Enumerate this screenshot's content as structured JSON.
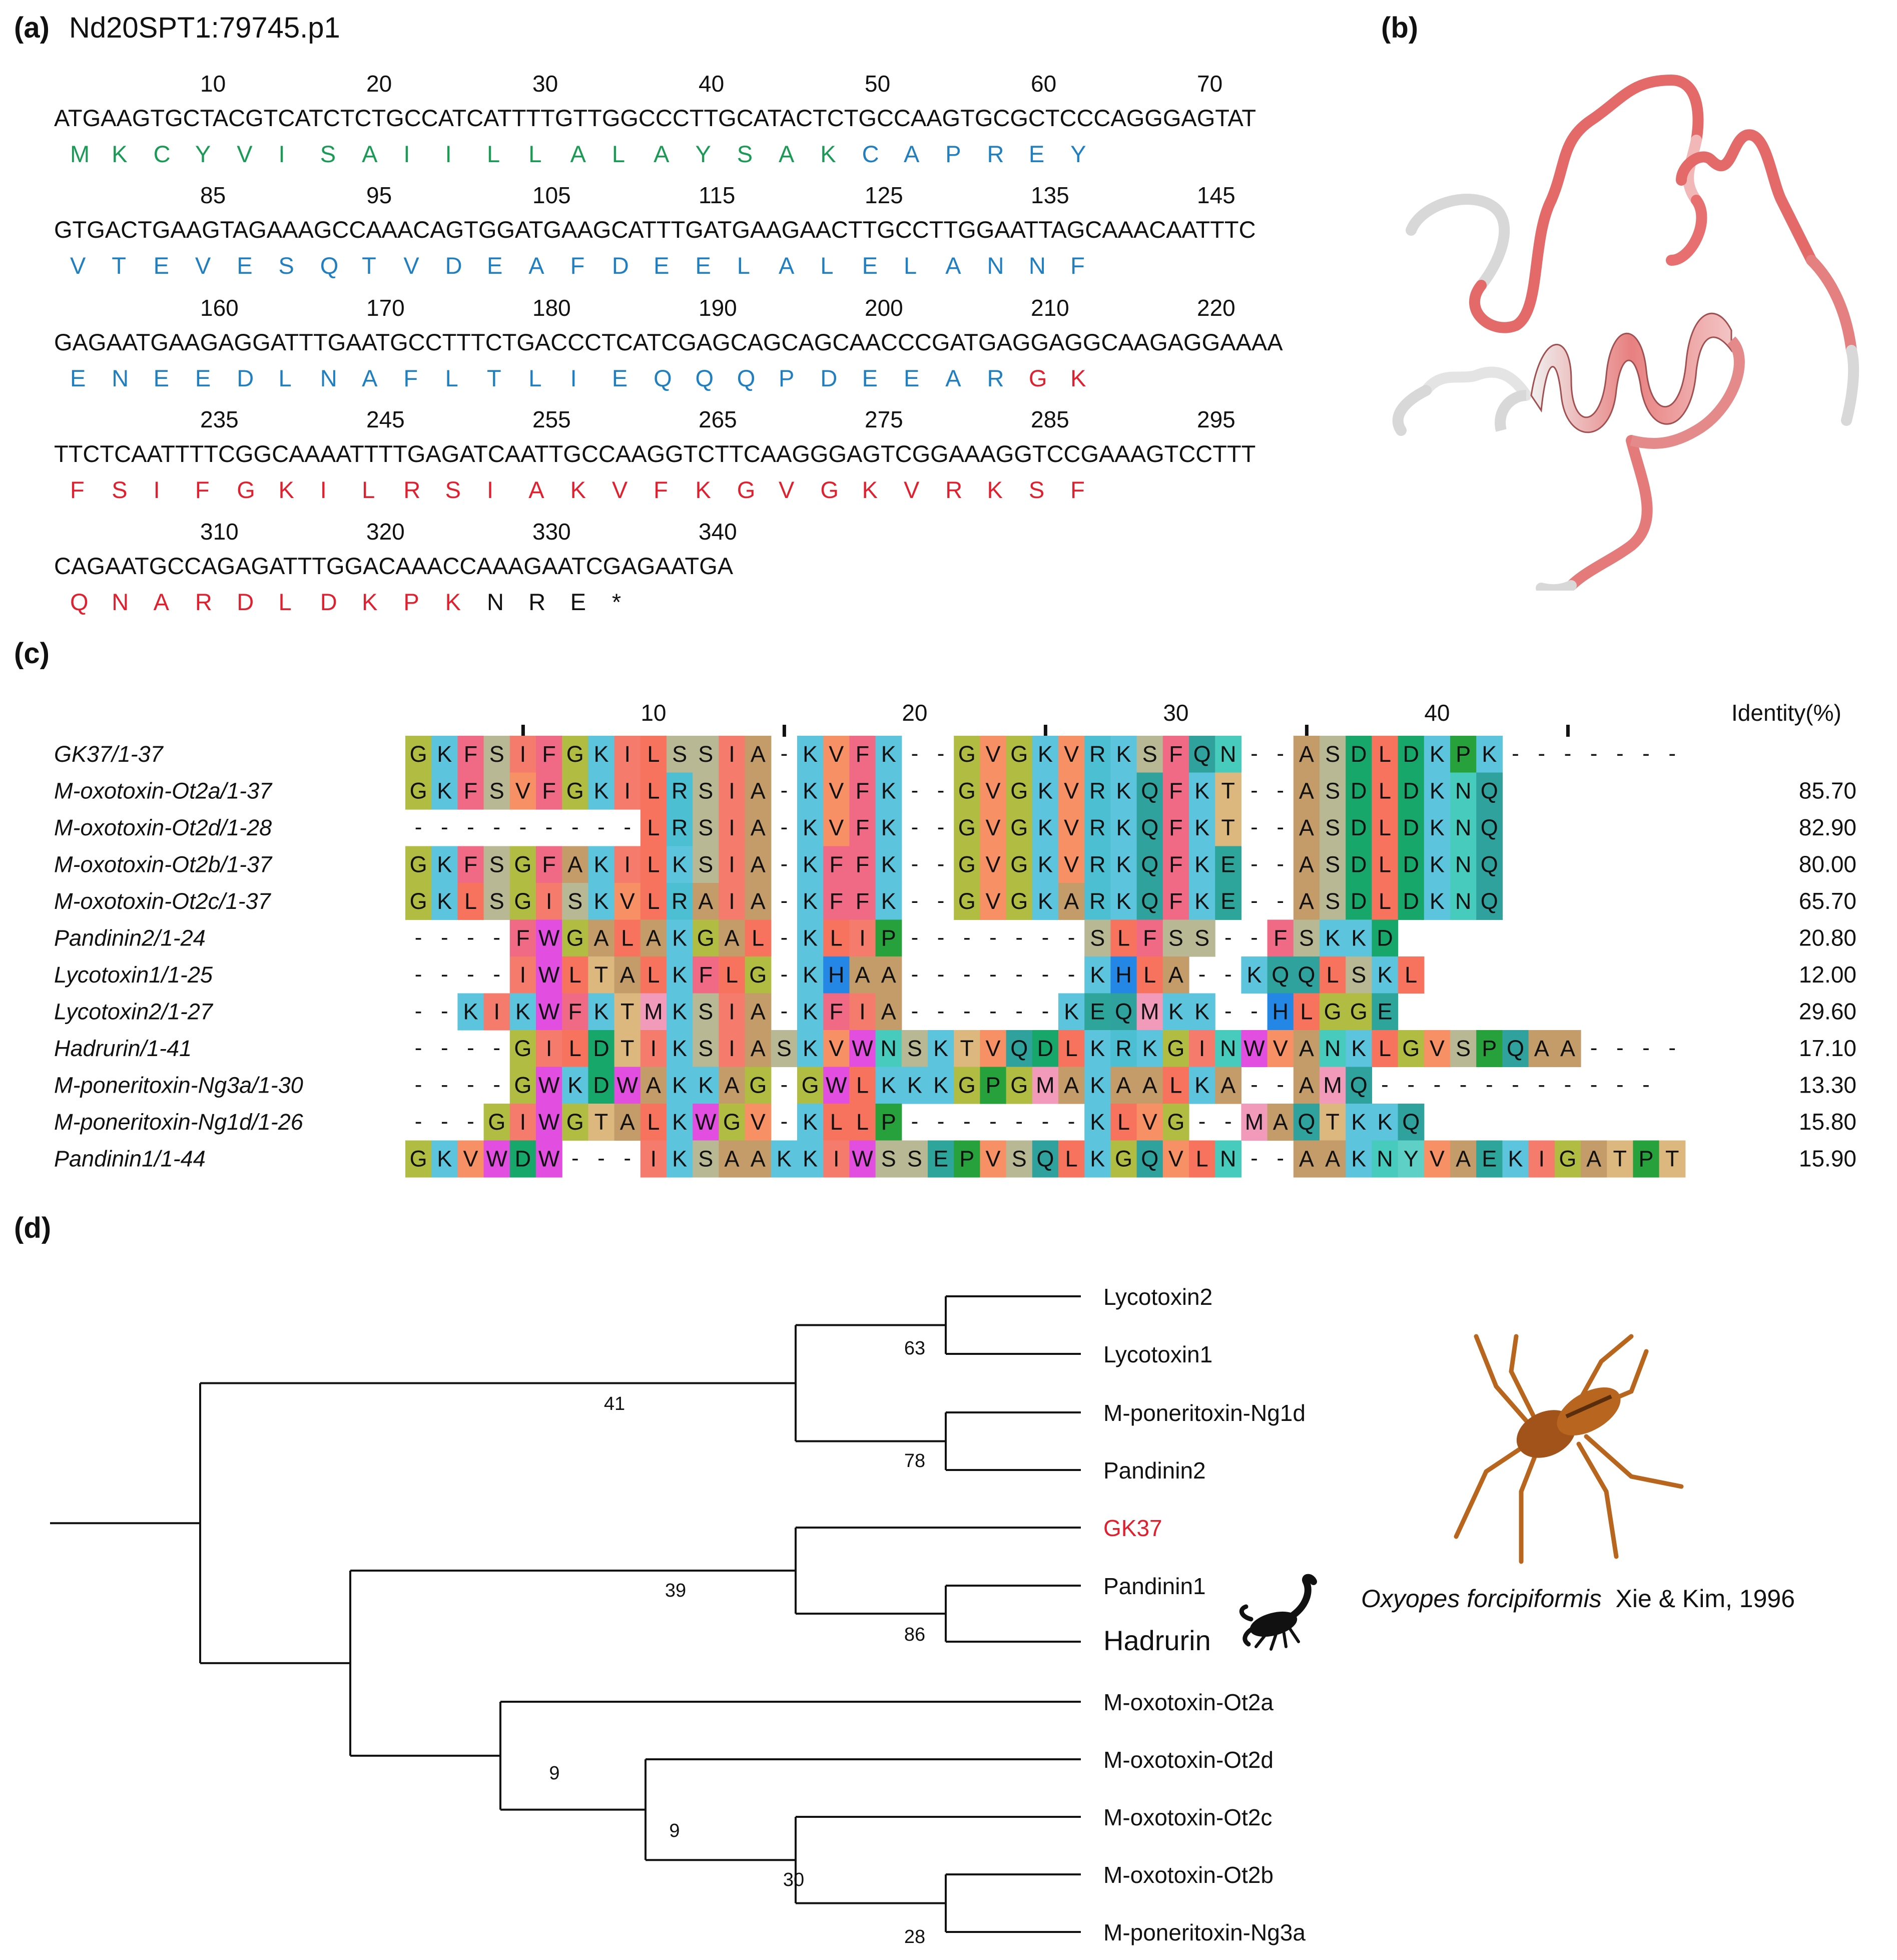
{
  "panels": {
    "a": {
      "label": "(a)",
      "title": "Nd20SPT1:79745.p1"
    },
    "b": {
      "label": "(b)"
    },
    "c": {
      "label": "(c)"
    },
    "d": {
      "label": "(d)"
    }
  },
  "sequence": {
    "rows": [
      {
        "numbers": [
          "10",
          "20",
          "30",
          "40",
          "50",
          "60",
          "70"
        ],
        "dna": "ATGAAGTGCTACGTCATCTCTGCCATCATTTTGTTGGCCCTTGCATACTCTGCCAAGTGCGCTCCCAGGGAGTAT",
        "aa": [
          [
            "M",
            "green"
          ],
          [
            "K",
            "green"
          ],
          [
            "C",
            "green"
          ],
          [
            "Y",
            "green"
          ],
          [
            "V",
            "green"
          ],
          [
            "I",
            "green"
          ],
          [
            "S",
            "green"
          ],
          [
            "A",
            "green"
          ],
          [
            "I",
            "green"
          ],
          [
            "I",
            "green"
          ],
          [
            "L",
            "green"
          ],
          [
            "L",
            "green"
          ],
          [
            "A",
            "green"
          ],
          [
            "L",
            "green"
          ],
          [
            "A",
            "green"
          ],
          [
            "Y",
            "green"
          ],
          [
            "S",
            "green"
          ],
          [
            "A",
            "green"
          ],
          [
            "K",
            "green"
          ],
          [
            "C",
            "blue"
          ],
          [
            "A",
            "blue"
          ],
          [
            "P",
            "blue"
          ],
          [
            "R",
            "blue"
          ],
          [
            "E",
            "blue"
          ],
          [
            "Y",
            "blue"
          ]
        ]
      },
      {
        "numbers": [
          "85",
          "95",
          "105",
          "115",
          "125",
          "135",
          "145"
        ],
        "dna": "GTGACTGAAGTAGAAAGCCAAACAGTGGATGAAGCATTTGATGAAGAACTTGCCTTGGAATTAGCAAACAATTTC",
        "aa": [
          [
            "V",
            "blue"
          ],
          [
            "T",
            "blue"
          ],
          [
            "E",
            "blue"
          ],
          [
            "V",
            "blue"
          ],
          [
            "E",
            "blue"
          ],
          [
            "S",
            "blue"
          ],
          [
            "Q",
            "blue"
          ],
          [
            "T",
            "blue"
          ],
          [
            "V",
            "blue"
          ],
          [
            "D",
            "blue"
          ],
          [
            "E",
            "blue"
          ],
          [
            "A",
            "blue"
          ],
          [
            "F",
            "blue"
          ],
          [
            "D",
            "blue"
          ],
          [
            "E",
            "blue"
          ],
          [
            "E",
            "blue"
          ],
          [
            "L",
            "blue"
          ],
          [
            "A",
            "blue"
          ],
          [
            "L",
            "blue"
          ],
          [
            "E",
            "blue"
          ],
          [
            "L",
            "blue"
          ],
          [
            "A",
            "blue"
          ],
          [
            "N",
            "blue"
          ],
          [
            "N",
            "blue"
          ],
          [
            "F",
            "blue"
          ]
        ]
      },
      {
        "numbers": [
          "160",
          "170",
          "180",
          "190",
          "200",
          "210",
          "220"
        ],
        "dna": "GAGAATGAAGAGGATTTGAATGCCTTTCTGACCCTCATCGAGCAGCAGCAACCCGATGAGGAGGCAAGAGGAAAA",
        "aa": [
          [
            "E",
            "blue"
          ],
          [
            "N",
            "blue"
          ],
          [
            "E",
            "blue"
          ],
          [
            "E",
            "blue"
          ],
          [
            "D",
            "blue"
          ],
          [
            "L",
            "blue"
          ],
          [
            "N",
            "blue"
          ],
          [
            "A",
            "blue"
          ],
          [
            "F",
            "blue"
          ],
          [
            "L",
            "blue"
          ],
          [
            "T",
            "blue"
          ],
          [
            "L",
            "blue"
          ],
          [
            "I",
            "blue"
          ],
          [
            "E",
            "blue"
          ],
          [
            "Q",
            "blue"
          ],
          [
            "Q",
            "blue"
          ],
          [
            "Q",
            "blue"
          ],
          [
            "P",
            "blue"
          ],
          [
            "D",
            "blue"
          ],
          [
            "E",
            "blue"
          ],
          [
            "E",
            "blue"
          ],
          [
            "A",
            "blue"
          ],
          [
            "R",
            "blue"
          ],
          [
            "G",
            "red"
          ],
          [
            "K",
            "red"
          ]
        ]
      },
      {
        "numbers": [
          "235",
          "245",
          "255",
          "265",
          "275",
          "285",
          "295"
        ],
        "dna": "TTCTCAATTTTCGGCAAAATTTTGAGATCAATTGCCAAGGTCTTCAAGGGAGTCGGAAAGGTCCGAAAGTCCTTT",
        "aa": [
          [
            "F",
            "red"
          ],
          [
            "S",
            "red"
          ],
          [
            "I",
            "red"
          ],
          [
            "F",
            "red"
          ],
          [
            "G",
            "red"
          ],
          [
            "K",
            "red"
          ],
          [
            "I",
            "red"
          ],
          [
            "L",
            "red"
          ],
          [
            "R",
            "red"
          ],
          [
            "S",
            "red"
          ],
          [
            "I",
            "red"
          ],
          [
            "A",
            "red"
          ],
          [
            "K",
            "red"
          ],
          [
            "V",
            "red"
          ],
          [
            "F",
            "red"
          ],
          [
            "K",
            "red"
          ],
          [
            "G",
            "red"
          ],
          [
            "V",
            "red"
          ],
          [
            "G",
            "red"
          ],
          [
            "K",
            "red"
          ],
          [
            "V",
            "red"
          ],
          [
            "R",
            "red"
          ],
          [
            "K",
            "red"
          ],
          [
            "S",
            "red"
          ],
          [
            "F",
            "red"
          ]
        ]
      },
      {
        "numbers": [
          "310",
          "320",
          "330",
          "340"
        ],
        "dna": "CAGAATGCCAGAGATTTGGACAAACCAAAGAATCGAGAATGA",
        "aa": [
          [
            "Q",
            "red"
          ],
          [
            "N",
            "red"
          ],
          [
            "A",
            "red"
          ],
          [
            "R",
            "red"
          ],
          [
            "D",
            "red"
          ],
          [
            "L",
            "red"
          ],
          [
            "D",
            "red"
          ],
          [
            "K",
            "red"
          ],
          [
            "P",
            "red"
          ],
          [
            "K",
            "red"
          ],
          [
            "N",
            "black"
          ],
          [
            "R",
            "black"
          ],
          [
            "E",
            "black"
          ],
          [
            "*",
            "black"
          ]
        ]
      }
    ],
    "colors": {
      "green": "#1a9a55",
      "blue": "#1f7fc0",
      "red": "#e0202e",
      "black": "#111111"
    }
  },
  "alignment": {
    "header": "Identity(%)",
    "ruler": [
      "10",
      "20",
      "30",
      "40"
    ],
    "rows": [
      {
        "name": "GK37/1-37",
        "seq": "GKFSIFGKILSSIA-KVFK--GVGKVRKSFQN--ASDLDKPK-------",
        "identity": ""
      },
      {
        "name": "M-oxotoxin-Ot2a/1-37",
        "seq": "GKFSVFGKILRSIA-KVFK--GVGKVRKQFKT--ASDLDKNQ",
        "identity": "85.70"
      },
      {
        "name": "M-oxotoxin-Ot2d/1-28",
        "seq": "---------LRSIA-KVFK--GVGKVRKQFKT--ASDLDKNQ",
        "identity": "82.90"
      },
      {
        "name": "M-oxotoxin-Ot2b/1-37",
        "seq": "GKFSGFAKILKSIA-KFFK--GVGKVRKQFKE--ASDLDKNQ",
        "identity": "80.00"
      },
      {
        "name": "M-oxotoxin-Ot2c/1-37",
        "seq": "GKLSGISKVLRAIA-KFFK--GVGKARKQFKE--ASDLDKNQ",
        "identity": "65.70"
      },
      {
        "name": "Pandinin2/1-24",
        "seq": "----FWGALAKGAL-KLIP-------SLFSS--FSKKD",
        "identity": "20.80"
      },
      {
        "name": "Lycotoxin1/1-25",
        "seq": "----IWLTALKFLG-KHAA-------KHLA--KQQLSKL",
        "identity": "12.00"
      },
      {
        "name": "Lycotoxin2/1-27",
        "seq": "--KIKWFKTMKSIA-KFIA------KEQMKK--HLGGE",
        "identity": "29.60"
      },
      {
        "name": "Hadrurin/1-41",
        "seq": "----GILDTIKSIASKVWNSKTVQDLKRKGINWVANKLGVSPQAA----",
        "identity": "17.10"
      },
      {
        "name": "M-poneritoxin-Ng3a/1-30",
        "seq": "----GWKDWAKKAG-GWLKKKGPGMAKAALKA--AMQ-----------",
        "identity": "13.30"
      },
      {
        "name": "M-poneritoxin-Ng1d/1-26",
        "seq": "---GIWGTALKWGV-KLLP-------KLVG--MAQTKKQ",
        "identity": "15.80"
      },
      {
        "name": "Pandinin1/1-44",
        "seq": "GKVWDW---IKSAAKKIWSSEPVSQLKGQVLN--AAKNYVAEKIGATPT",
        "identity": "15.90"
      }
    ],
    "palette": {
      "G": "#b0bd42",
      "K": "#5cc4dd",
      "F": "#f06a86",
      "S": "#b9b895",
      "I": "#f57b6c",
      "L": "#f8735e",
      "A": "#c39c69",
      "V": "#f79064",
      "R": "#4cbfd2",
      "Q": "#2fa29d",
      "N": "#46cbbd",
      "D": "#17a76b",
      "P": "#27a13b",
      "T": "#dcb87e",
      "E": "#2da59b",
      "W": "#e14ee0",
      "H": "#2486e5",
      "C": "#f1dc40",
      "M": "#f29aba",
      "Y": "#5ed0c5"
    }
  },
  "tree": {
    "leaves": [
      {
        "label": "Lycotoxin2",
        "color": "#111111"
      },
      {
        "label": "Lycotoxin1",
        "color": "#111111"
      },
      {
        "label": "M-poneritoxin-Ng1d",
        "color": "#111111"
      },
      {
        "label": "Pandinin2",
        "color": "#111111"
      },
      {
        "label": "GK37",
        "color": "#e0202e"
      },
      {
        "label": "Pandinin1",
        "color": "#111111"
      },
      {
        "label": "Hadrurin",
        "color": "#111111"
      },
      {
        "label": "M-oxotoxin-Ot2a",
        "color": "#111111"
      },
      {
        "label": "M-oxotoxin-Ot2d",
        "color": "#111111"
      },
      {
        "label": "M-oxotoxin-Ot2c",
        "color": "#111111"
      },
      {
        "label": "M-oxotoxin-Ot2b",
        "color": "#111111"
      },
      {
        "label": "M-poneritoxin-Ng3a",
        "color": "#111111"
      }
    ],
    "bootstraps": [
      "63",
      "41",
      "78",
      "39",
      "86",
      "9",
      "9",
      "30",
      "28"
    ]
  },
  "species": {
    "name": "Oxyopes forcipiformis",
    "authority": "Xie & Kim, 1996"
  }
}
